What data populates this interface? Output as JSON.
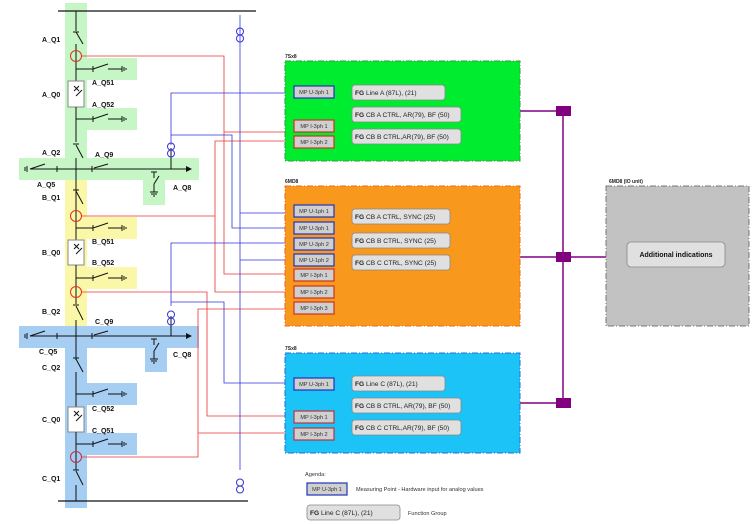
{
  "diagram": {
    "title": "Busbar Protection / Measurement Architecture",
    "colors": {
      "bay_a": "#c6f5c6",
      "bay_b": "#fbf7a8",
      "bay_c": "#a6cdf2",
      "device_green": "#00ec2e",
      "device_orange": "#f8981d",
      "device_blue": "#1bc3f6",
      "device_gray": "#c2c2c2",
      "current_wire": "#ee3333",
      "voltage_wire": "#3333dd",
      "bus_purple": "#800080"
    },
    "switchgear_labels": {
      "A_Q1": "A_Q1",
      "A_Q0": "A_Q0",
      "A_Q51": "A_Q51",
      "A_Q52": "A_Q52",
      "A_Q2": "A_Q2",
      "A_Q9": "A_Q9",
      "A_Q5": "A_Q5",
      "A_Q8": "A_Q8",
      "B_Q1": "B_Q1",
      "B_Q0": "B_Q0",
      "B_Q51": "B_Q51",
      "B_Q52": "B_Q52",
      "B_Q2": "B_Q2",
      "C_Q9": "C_Q9",
      "C_Q5": "C_Q5",
      "C_Q8": "C_Q8",
      "C_Q2": "C_Q2",
      "C_Q0": "C_Q0",
      "C_Q52": "C_Q52",
      "C_Q51": "C_Q51",
      "C_Q1": "C_Q1"
    },
    "devices": [
      {
        "name": "7Sx8",
        "measuring_points": [
          "MP U-3ph 1",
          "MP I-3ph 1",
          "MP I-3ph 2"
        ],
        "function_groups": [
          {
            "prefix": "FG",
            "text": "Line A  (87L), (21)"
          },
          {
            "prefix": "FG",
            "text": "CB A CTRL, AR(79), BF (50)"
          },
          {
            "prefix": "FG",
            "text": "CB B CTRL,AR(79), BF (50)"
          }
        ]
      },
      {
        "name": "6MD8",
        "measuring_points": [
          "MP U-1ph 1",
          "MP U-3ph 1",
          "MP U-3ph 2",
          "MP U-1ph 2",
          "MP I-3ph 1",
          "MP I-3ph 2",
          "MP I-3ph 3"
        ],
        "function_groups": [
          {
            "prefix": "FG",
            "text": "CB A  CTRL, SYNC (25)"
          },
          {
            "prefix": "FG",
            "text": "CB B  CTRL, SYNC (25)"
          },
          {
            "prefix": "FG",
            "text": "CB C  CTRL, SYNC (25)"
          }
        ]
      },
      {
        "name": "7Sx8",
        "measuring_points": [
          "MP U-3ph 1",
          "MP I-3ph 1",
          "MP I-3ph 2"
        ],
        "function_groups": [
          {
            "prefix": "FG",
            "text": "Line C  (87L), (21)"
          },
          {
            "prefix": "FG",
            "text": "CB B CTRL, AR(79), BF (50)"
          },
          {
            "prefix": "FG",
            "text": "CB C CTRL,AR(79), BF (50)"
          }
        ]
      },
      {
        "name": "6MD8 (IO unit)",
        "indication": "Additional indications"
      }
    ],
    "legend": {
      "title": "Agenda:",
      "mp_sample": "MP U-3ph 1",
      "mp_desc": "Measuring Point - Hardware input for analog values",
      "fg_prefix": "FG",
      "fg_sample": "Line C  (87L), (21)",
      "fg_desc": "Function Group"
    }
  }
}
